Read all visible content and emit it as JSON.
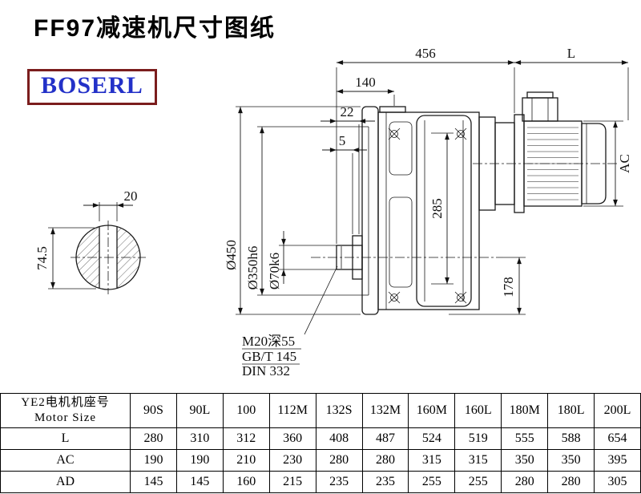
{
  "page": {
    "title": "FF97减速机尺寸图纸",
    "logo": "BOSERL"
  },
  "drawing": {
    "labels": {
      "d456": "456",
      "dL": "L",
      "d140": "140",
      "d22": "22",
      "d5": "5",
      "dAC": "AC",
      "d285": "285",
      "d178": "178",
      "dia450": "Ø450",
      "dia350": "Ø350h6",
      "dia70": "Ø70k6",
      "d20": "20",
      "d74": "74.5",
      "note1": "M20深55",
      "note2": "GB/T 145",
      "note3": "DIN 332"
    },
    "colors": {
      "line": "#1a1a1a",
      "logo_text": "#2331c8",
      "logo_border": "#7b1d1d"
    }
  },
  "table": {
    "header_col": {
      "line1": "YE2电机机座号",
      "line2": "Motor Size"
    },
    "columns": [
      "90S",
      "90L",
      "100",
      "112M",
      "132S",
      "132M",
      "160M",
      "160L",
      "180M",
      "180L",
      "200L"
    ],
    "rows": [
      {
        "label": "L",
        "values": [
          "280",
          "310",
          "312",
          "360",
          "408",
          "487",
          "524",
          "519",
          "555",
          "588",
          "654"
        ]
      },
      {
        "label": "AC",
        "values": [
          "190",
          "190",
          "210",
          "230",
          "280",
          "280",
          "315",
          "315",
          "350",
          "350",
          "395"
        ]
      },
      {
        "label": "AD",
        "values": [
          "145",
          "145",
          "160",
          "215",
          "235",
          "235",
          "255",
          "255",
          "280",
          "280",
          "305"
        ]
      }
    ]
  }
}
